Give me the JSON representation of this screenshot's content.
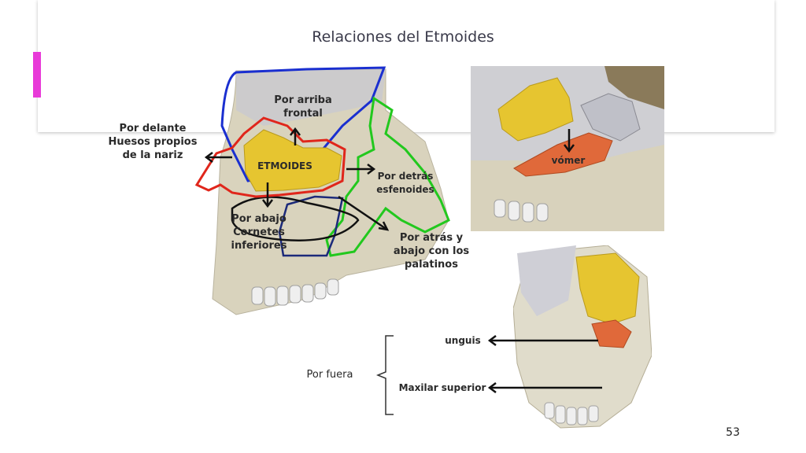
{
  "slide": {
    "title": "Relaciones del Etmoides",
    "page_number": "53",
    "accent_color": "#e83ad8"
  },
  "main_figure": {
    "labels": {
      "por_delante": "Por delante\nHuesos propios\nde la nariz",
      "por_arriba": "Por arriba\nfrontal",
      "etmoides": "ETMOIDES",
      "por_detras": "Por detrás\nesfenoides",
      "por_abajo": "Por abajo\nCornetes\ninferiores",
      "por_atras_abajo": "Por atrás y\nabajo con los\npalatinos"
    },
    "outline_colors": {
      "red": "#e0261b",
      "blue": "#1a2fd0",
      "green": "#22c81e",
      "yellow": "#e6c530",
      "black": "#111111"
    }
  },
  "right_top_figure": {
    "label": "vómer"
  },
  "right_bottom_figure": {
    "label_unguis": "unguis",
    "label_maxilar": "Maxilar superior"
  },
  "bracket": {
    "label": "Por fuera"
  }
}
